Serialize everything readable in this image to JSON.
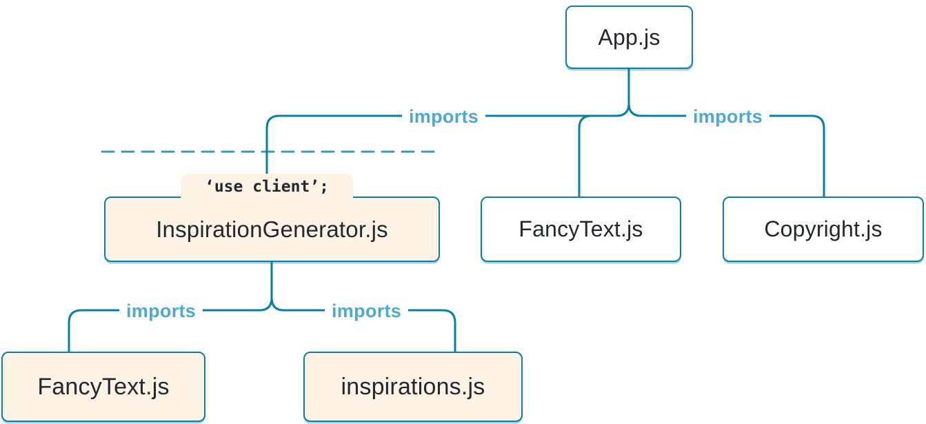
{
  "diagram": {
    "kind": "module-dependency-tree",
    "nodes": {
      "app": {
        "label": "App.js",
        "variant": "server"
      },
      "inspiration_generator": {
        "label": "InspirationGenerator.js",
        "variant": "client",
        "directive": "‘use client’;"
      },
      "fancy_text_top": {
        "label": "FancyText.js",
        "variant": "server"
      },
      "copyright": {
        "label": "Copyright.js",
        "variant": "server"
      },
      "fancy_text_bottom": {
        "label": "FancyText.js",
        "variant": "client"
      },
      "inspirations": {
        "label": "inspirations.js",
        "variant": "client"
      }
    },
    "edge_labels": {
      "app_to_inspiration_generator": "imports",
      "app_to_copyright": "imports",
      "inspiration_generator_to_fancy_text": "imports",
      "inspiration_generator_to_inspirations": "imports"
    },
    "edges": [
      {
        "from": "App.js",
        "to": "InspirationGenerator.js",
        "label": "imports"
      },
      {
        "from": "App.js",
        "to": "FancyText.js",
        "label": ""
      },
      {
        "from": "App.js",
        "to": "Copyright.js",
        "label": "imports"
      },
      {
        "from": "InspirationGenerator.js",
        "to": "FancyText.js",
        "label": "imports"
      },
      {
        "from": "InspirationGenerator.js",
        "to": "inspirations.js",
        "label": "imports"
      }
    ],
    "colors": {
      "line": "#087EA4",
      "edge_label_text": "#4FA8CD",
      "node_border": "#0A7EA4",
      "node_text": "#23272F",
      "client_node_bg": "#FDF3E4",
      "server_node_bg": "#FFFFFF",
      "dashed_boundary": "#3D97BA"
    }
  }
}
